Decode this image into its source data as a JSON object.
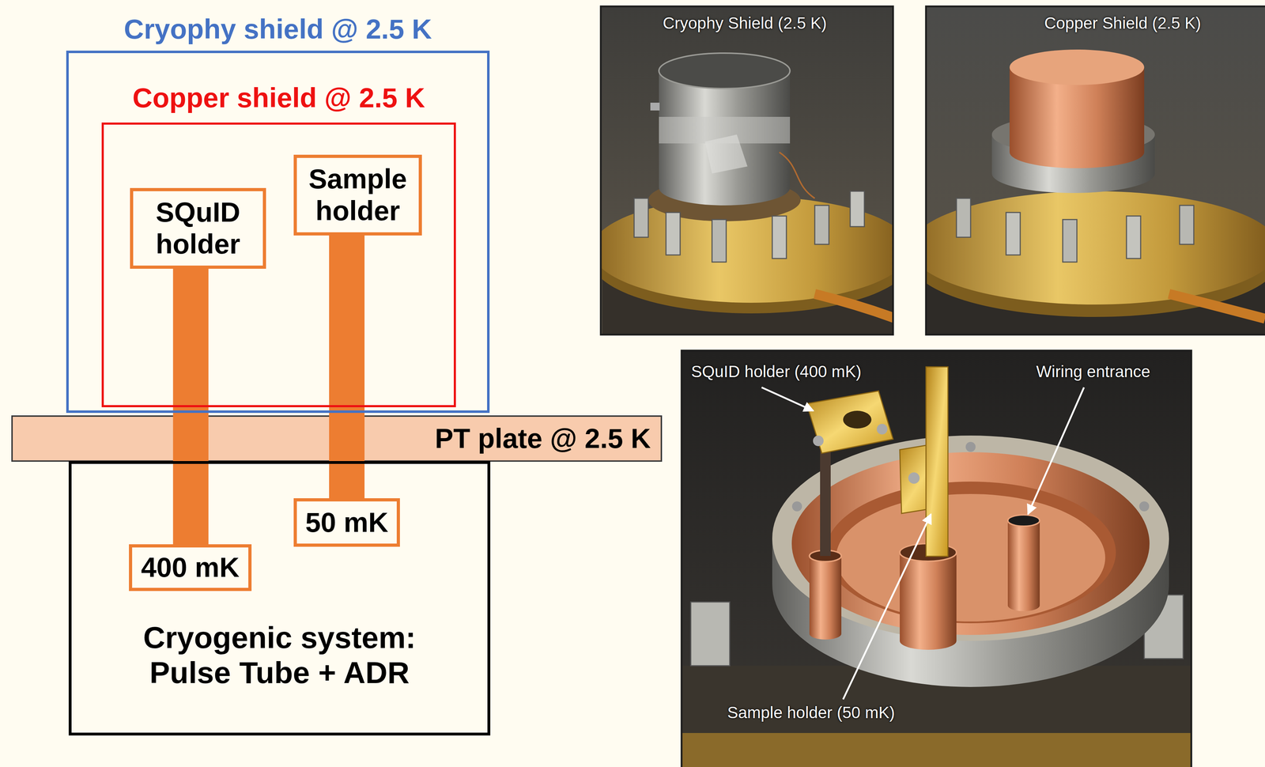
{
  "diagram": {
    "nodes": [
      {
        "text": [
          "Cryophy shield @ 2.5 K"
        ]
      },
      {
        "text": [
          "Copper shield @ 2.5 K"
        ],
        "in": 0
      },
      {
        "text": [
          "SQuID holder"
        ],
        "in": 1
      },
      {
        "text": [
          "Sample holder"
        ],
        "in": 1
      },
      {
        "text": [
          "PT plate @ 2.5 K"
        ]
      },
      {
        "text": [
          "Cryogenic system: Pulse Tube + ADR"
        ]
      },
      {
        "text": [
          "400 mK"
        ],
        "in": 5
      },
      {
        "text": [
          "50 mK"
        ],
        "in": 5
      }
    ],
    "edges": [
      {
        "from": 2,
        "to": 6,
        "arrow": "none"
      },
      {
        "from": 3,
        "to": 7,
        "arrow": "none"
      }
    ],
    "labels": [
      "Cryophy Shield (2.5 K)",
      "Copper Shield (2.5 K)",
      "SQuID holder (400 mK)",
      "Wiring entrance",
      "Sample holder (50 mK)"
    ]
  }
}
